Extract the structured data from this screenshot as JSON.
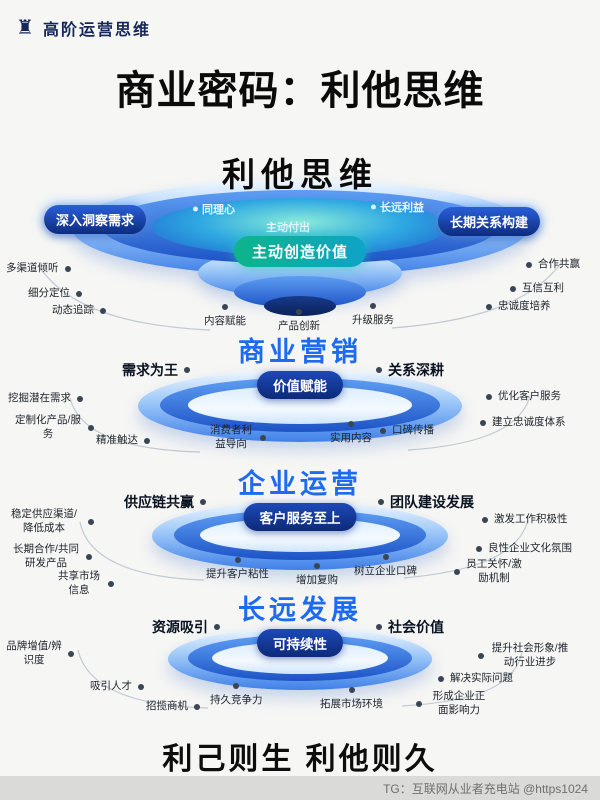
{
  "header": {
    "brand": "高阶运营思维"
  },
  "title": {
    "prefix": "商业密码：",
    "emphasis": "利他思维"
  },
  "top": {
    "heading": "利他思维",
    "ring_labels": [
      "同理心",
      "主动付出",
      "长远利益"
    ],
    "left_badge": "深入洞察需求",
    "right_badge": "长期关系构建",
    "value_pill": "主动创造价值",
    "left_notes": [
      "多渠道倾听",
      "细分定位",
      "动态追踪"
    ],
    "right_notes": [
      "合作共赢",
      "互信互利",
      "忠诚度培养"
    ],
    "bottom_row": [
      "内容赋能",
      "产品创新",
      "升级服务"
    ]
  },
  "sections": [
    {
      "title": "商业营销",
      "left_label": "需求为王",
      "pill": "价值赋能",
      "right_label": "关系深耕",
      "left_notes": [
        "挖掘潜在需求",
        "定制化产品/服务",
        "精准触达"
      ],
      "right_notes": [
        "优化客户服务",
        "建立忠诚度体系"
      ],
      "inner_labels": [
        "消费者利益导向",
        "实用内容",
        "口碑传播"
      ]
    },
    {
      "title": "企业运营",
      "left_label": "供应链共赢",
      "pill": "客户服务至上",
      "right_label": "团队建设发展",
      "left_notes": [
        "稳定供应渠道/降低成本",
        "长期合作/共同研发产品",
        "共享市场信息"
      ],
      "right_notes": [
        "激发工作积极性",
        "良性企业文化氛围",
        "员工关怀/激励机制"
      ],
      "inner_labels": [
        "提升客户粘性",
        "增加复购",
        "树立企业口碑"
      ]
    },
    {
      "title": "长远发展",
      "left_label": "资源吸引",
      "pill": "可持续性",
      "right_label": "社会价值",
      "left_notes": [
        "品牌增值/辨识度",
        "吸引人才",
        "招揽商机"
      ],
      "right_notes": [
        "提升社会形象/推动行业进步",
        "解决实际问题",
        "形成企业正面影响力"
      ],
      "inner_labels": [
        "持久竞争力",
        "拓展市场环境"
      ]
    }
  ],
  "footer": {
    "slogan": "利己则生 利他则久",
    "credit": "TG：互联网从业者充电站 @https1024"
  },
  "colors": {
    "accent_blue": "#1e6bf2",
    "navy_pill": "#0d2c7e",
    "teal_pill": "#0db48a",
    "disc_blue": "#3f80e8",
    "text_dark": "#0b0b0b"
  }
}
